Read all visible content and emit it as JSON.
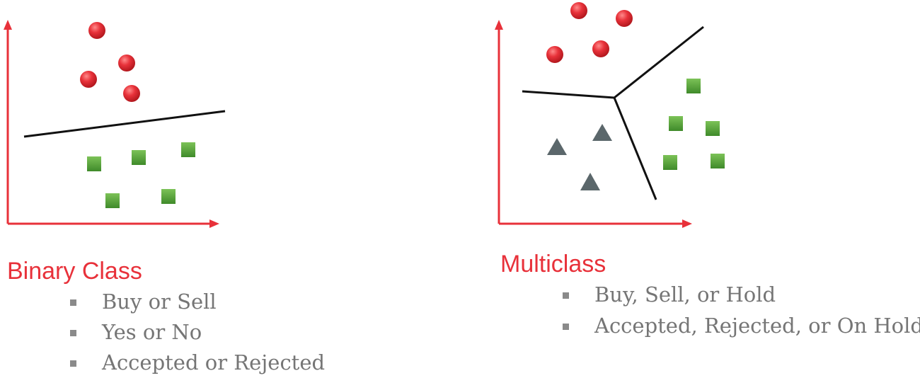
{
  "colors": {
    "axis": "#e8313a",
    "title": "#e8313a",
    "bullet_text": "#757575",
    "circle": "#e0262e",
    "square": "#58a23c",
    "triangle": "#5b676b",
    "boundary": "#111111"
  },
  "binary": {
    "title": "Binary Class",
    "items": [
      {
        "label": "Buy or Sell"
      },
      {
        "label": "Yes or No"
      },
      {
        "label": "Accepted or Rejected"
      }
    ]
  },
  "multiclass": {
    "title": "Multiclass",
    "items": [
      {
        "label": "Buy, Sell, or Hold"
      },
      {
        "label": "Accepted, Rejected, or On Hold"
      }
    ]
  }
}
